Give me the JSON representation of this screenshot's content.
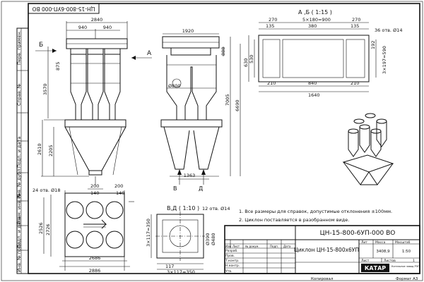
{
  "designation_rotated": "ЦН-15-800-6УП-000 ВО",
  "side_stamp": {
    "perv_primen": "Перв. примен.",
    "sprav": "Справ. №",
    "podp_data": "Подп. и дата",
    "inv_dubl": "Инв. № дубл.",
    "vzam_inv": "Взам. инв. №",
    "inv_podl": "Инв. № подл."
  },
  "front_view": {
    "dims": [
      "2840",
      "940",
      "940",
      "875",
      "3570",
      "2610",
      "2205"
    ],
    "arrow_b": "Б",
    "arrow_a": "А"
  },
  "side_view": {
    "dims": [
      "1920",
      "888",
      "Ø800",
      "7005",
      "6690",
      "1363"
    ],
    "arrow_v": "В",
    "arrow_d": "Д"
  },
  "flange_ab": {
    "title": "А ,Б ( 1:15 )",
    "dims": [
      "270",
      "5×180=900",
      "270",
      "135",
      "380",
      "135",
      "630",
      "530",
      "36 отв. Ø14",
      "192",
      "3×197=590",
      "210",
      "840",
      "210",
      "1640"
    ]
  },
  "plan_view": {
    "dims": [
      "200",
      "140",
      "24 отв. Ø18",
      "200",
      "140",
      "2526",
      "2726",
      "2686",
      "2886"
    ]
  },
  "flange_vd": {
    "title": "В,Д ( 1:10 )",
    "dims": [
      "12 отв. Ø14",
      "3×117=350",
      "Ø390",
      "Ø480",
      "117",
      "3×117=350"
    ]
  },
  "notes": [
    "1. Все размеры для справок, допустимые отклонения ±100мм.",
    "2. Циклон поставляется в разобранном виде."
  ],
  "title_block": {
    "designation": "ЦН-15-800-6УП-000 ВО",
    "name": "Циклон ЦН-15-800х6УП",
    "headers": [
      "Изм",
      "Лист",
      "№ докум.",
      "Подп.",
      "Дата"
    ],
    "roles": [
      "Разраб.",
      "Пров.",
      "Т.контр.",
      "Н.контр.",
      "Утв."
    ],
    "lit": "Лит",
    "massa_label": "Масса",
    "masshtab_label": "Масштаб",
    "massa": "3408,9",
    "masshtab": "1:50",
    "list": "Лист",
    "listov": "Листов",
    "listov_val": "1",
    "company": "КАТАР",
    "company_sub": "Котельное завод РЭП"
  },
  "footer": {
    "kopiroval": "Копировал",
    "format": "Формат А3"
  }
}
